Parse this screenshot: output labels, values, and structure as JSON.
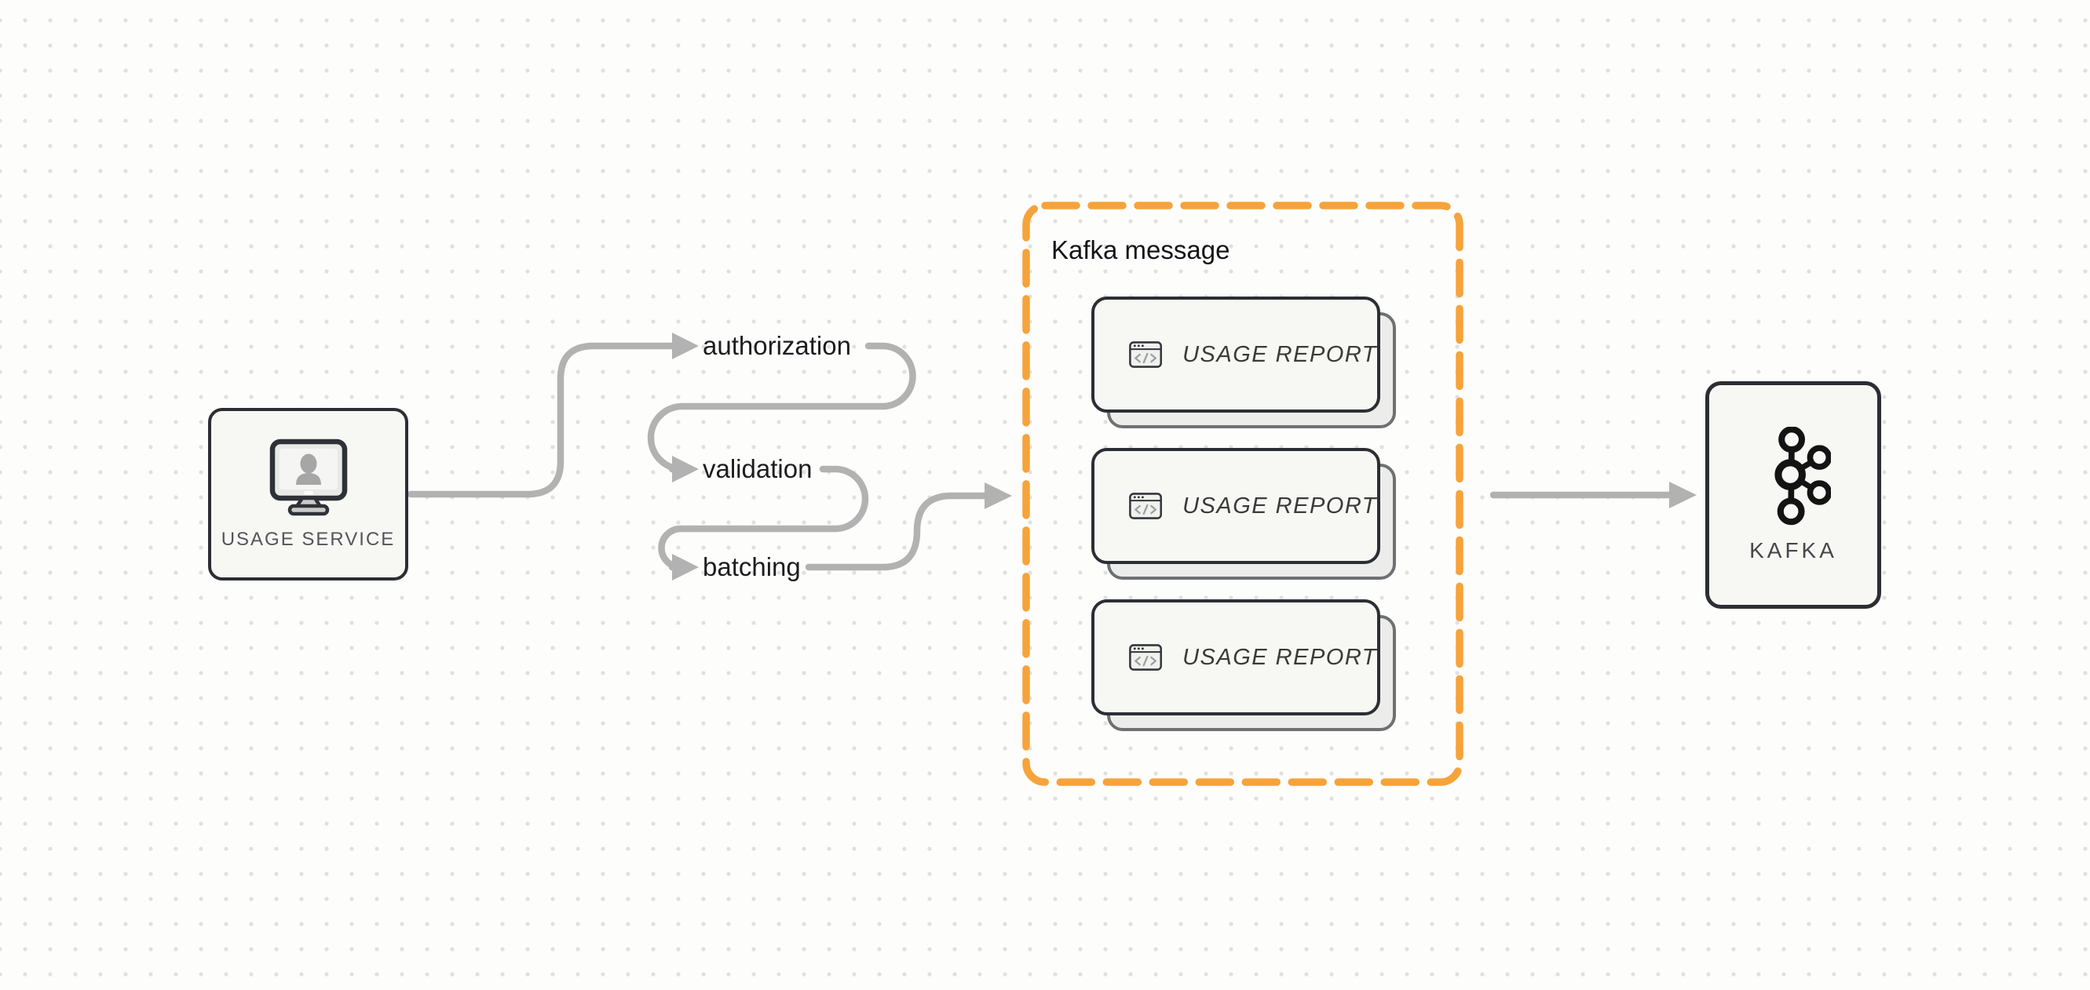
{
  "colors": {
    "accent_orange": "#F6A33B",
    "connector_gray": "#B2B2B2",
    "node_border": "#2B2E33",
    "node_fill": "#F7F7F4"
  },
  "nodes": {
    "usage_service": {
      "label": "USAGE SERVICE",
      "icon": "monitor-user-icon"
    },
    "kafka": {
      "label": "KAFKA",
      "icon": "kafka-logo-icon"
    }
  },
  "steps": [
    {
      "label": "authorization"
    },
    {
      "label": "validation"
    },
    {
      "label": "batching"
    }
  ],
  "kafka_message": {
    "title": "Kafka message",
    "cards": [
      {
        "label": "USAGE REPORT",
        "icon": "code-window-icon"
      },
      {
        "label": "USAGE REPORT",
        "icon": "code-window-icon"
      },
      {
        "label": "USAGE REPORT",
        "icon": "code-window-icon"
      }
    ]
  },
  "flow": [
    "usage-service -> authorization",
    "authorization -> validation",
    "validation -> batching",
    "batching -> kafka-message",
    "kafka-message -> kafka"
  ]
}
